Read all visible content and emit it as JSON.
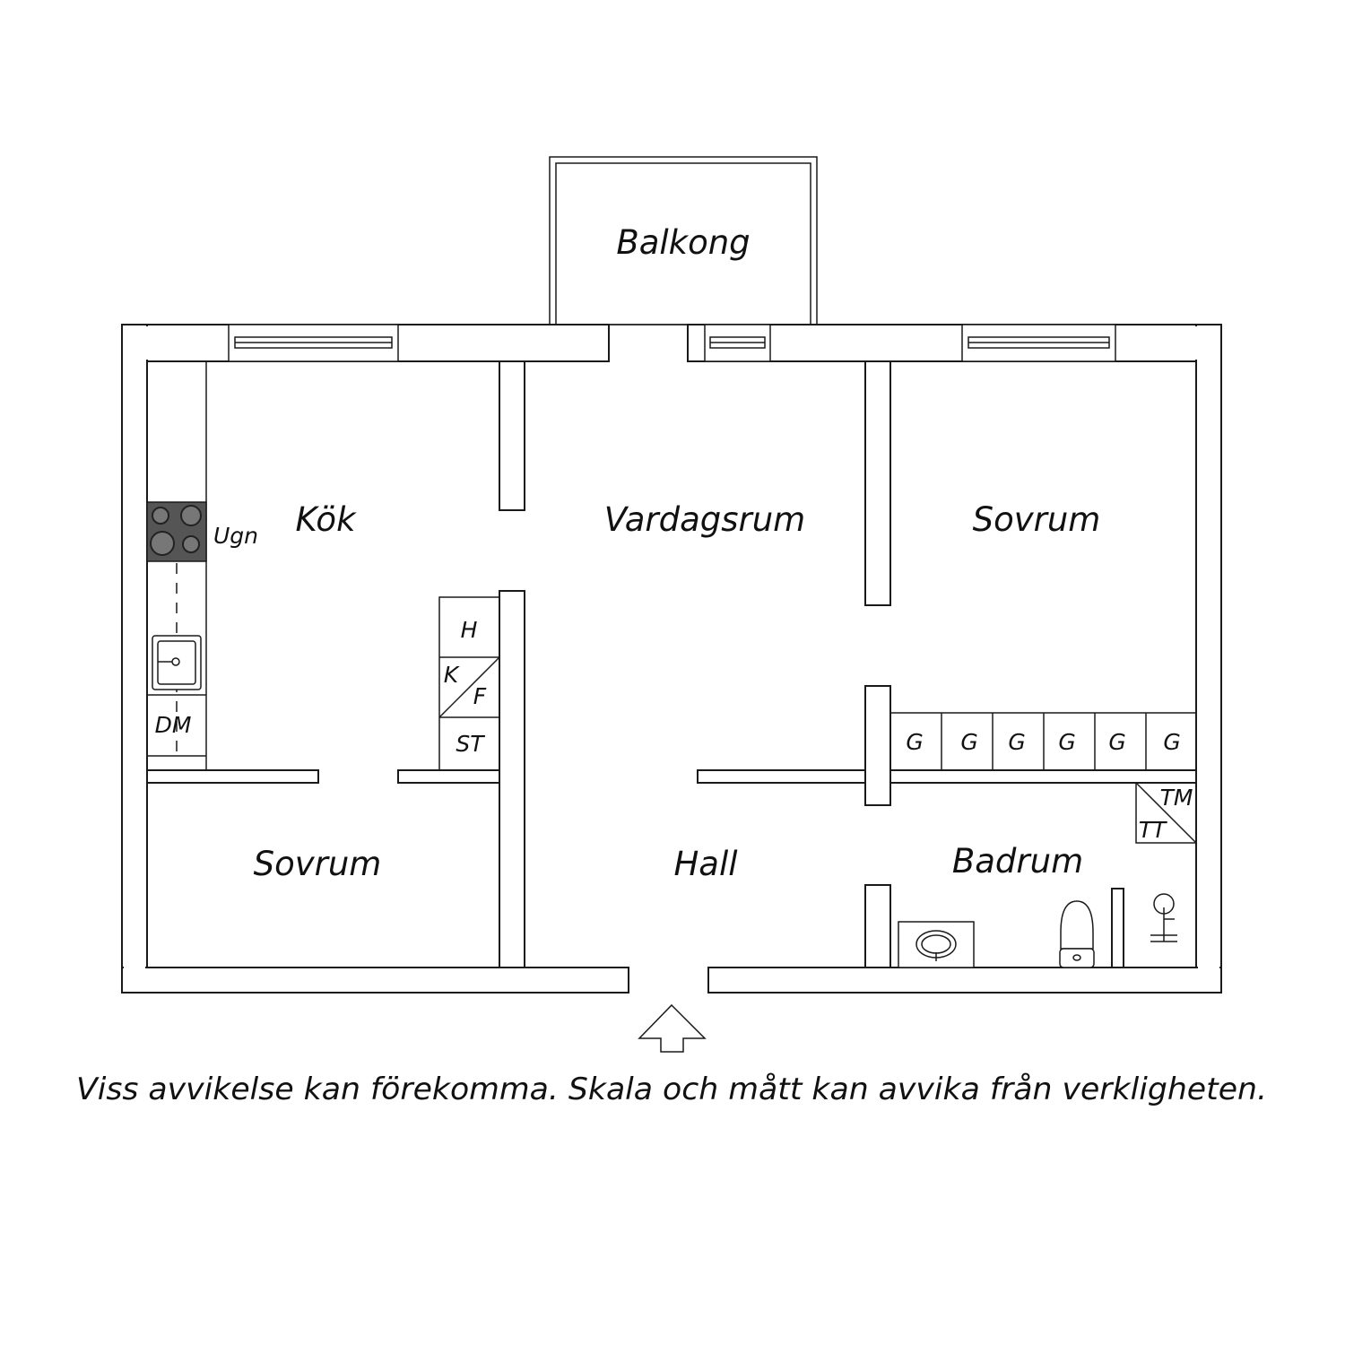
{
  "rooms": {
    "balkong": "Balkong",
    "kok": "Kök",
    "vardagsrum": "Vardagsrum",
    "sovrum_right": "Sovrum",
    "sovrum_left": "Sovrum",
    "hall": "Hall",
    "badrum": "Badrum"
  },
  "fixtures": {
    "ugn": "Ugn",
    "dm": "DM",
    "h": "H",
    "k": "K",
    "f": "F",
    "st": "ST",
    "tm": "TM",
    "tt": "TT",
    "wardrobes": [
      "G",
      "G",
      "G",
      "G",
      "G",
      "G"
    ]
  },
  "disclaimer": "Viss avvikelse kan förekomma. Skala och mått kan avvika från verkligheten.",
  "colors": {
    "line": "#1a1a1a",
    "stove": "#555555",
    "background": "#ffffff"
  },
  "icons": [
    "stove-icon",
    "sink-icon",
    "washbasin-icon",
    "toilet-icon",
    "shower-icon",
    "entrance-arrow-icon"
  ]
}
